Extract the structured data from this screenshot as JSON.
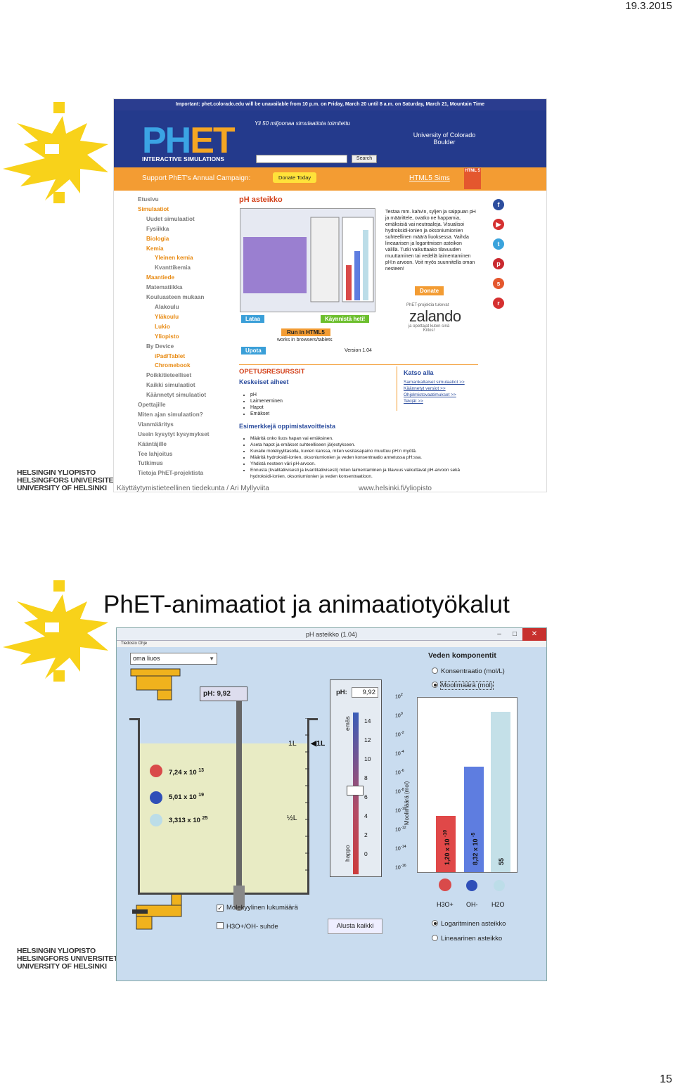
{
  "date": "19.3.2015",
  "page_number": "15",
  "university": {
    "line1": "HELSINGIN YLIOPISTO",
    "line2": "HELSINGFORS UNIVERSITET",
    "line3": "UNIVERSITY OF HELSINKI"
  },
  "footer": {
    "left": "Käyttäytymistieteellinen tiedekunta / Ari Myllyviita",
    "right": "www.helsinki.fi/yliopisto"
  },
  "web": {
    "notice": "Important: phet.colorado.edu will be unavailable from 10 p.m. on Friday, March 20 until 8 a.m. on Saturday, March 21, Mountain Time",
    "logo_ph": "PH",
    "logo_et": "ET",
    "logo_sub": "INTERACTIVE SIMULATIONS",
    "tagline": "Yli 50 miljoonaa simulaatiota toimitettu",
    "search_button": "Search",
    "cu": "University of Colorado Boulder",
    "campaign": "Support PhET's Annual Campaign:",
    "donate_today": "Donate Today",
    "html5": "HTML5 Sims",
    "html5_badge": "HTML 5",
    "nav": [
      "Etusivu",
      "Simulaatiot",
      "Uudet simulaatiot",
      "Fysiikka",
      "Biologia",
      "Kemia",
      "Yleinen kemia",
      "Kvanttikemia",
      "Maantiede",
      "Matematiikka",
      "Kouluasteen mukaan",
      "Alakoulu",
      "Yläkoulu",
      "Lukio",
      "Yliopisto",
      "By Device",
      "iPad/Tablet",
      "Chromebook",
      "Poikkitieteelliset",
      "Kaikki simulaatiot",
      "Käännetyt simulaatiot",
      "Opettajille",
      "Miten ajan simulaation?",
      "Vianmääritys",
      "Usein kysytyt kysymykset",
      "Kääntäjille",
      "Tee lahjoitus",
      "Tutkimus",
      "Tietoja PhET-projektista"
    ],
    "sim_title": "pH asteikko",
    "description": "Testaa mm. kahvin, syljen ja saippuan pH ja määrittele, ovatko ne happamia, emäksisiä vai neutraaleja. Visualisoi hydroksidi-ionien ja oksoniumionien suhteellinen määrä liuoksessa. Vaihda lineaarisen ja logaritmisen asteikon välillä. Tutki vaikuttaako tilavuuden muuttaminen tai vedellä laimentaminen pH:n arvoon. Voit myös suunnitella oman nesteen!",
    "donate": "Donate",
    "zalando_support": "PhET-projektia tukevat",
    "zalando": "zalando",
    "zalando_thanks": "ja opettajat kuten sinä Kiitos!",
    "lataa": "Lataa",
    "kaynnista": "Käynnistä heti!",
    "run_html5": "Run in HTML5",
    "works": "works in browsers/tablets",
    "upota": "Upota",
    "version": "Version 1.04",
    "resources": "OPETUSRESURSSIT",
    "key_topics": "Keskeiset aiheet",
    "topics": [
      "pH",
      "Laimeneminen",
      "Hapot",
      "Emäkset"
    ],
    "katso": "Katso alla",
    "katso_links": [
      "Samankaltaiset simulaatiot >>",
      "Käännetyt versiot >>",
      "Ohjelmistovaatimukset >>",
      "Tekijät >>"
    ],
    "goals_title": "Esimerkkejä oppimistavoitteista",
    "goals": [
      "Määritä onko liuos hapan vai emäksinen.",
      "Aseta hapot ja emäkset suhteelliseen järjestykseen.",
      "Kuvaile molekyylitasolla, kuvien kanssa, miten vesitasapaino muuttuu pH:n myötä.",
      "Määritä hydroksidi-ionien, oksoniumionien ja veden konsentraatio annetussa pH:ssa.",
      "Yhdistä nesteen väri pH-arvoon.",
      "Ennusta (kvalitatiivisesti ja kvantitatiivisesti) miten laimentaminen ja tilavuus vaikuttavat pH-arvoon sekä hydroksidi-ionien, oksoniumionien ja veden konsentraatioon."
    ]
  },
  "slide2_title": "PhET-animaatiot ja animaatiotyökalut",
  "sim": {
    "window_title": "pH asteikko (1.04)",
    "menu": "Tiedosto   Ohje",
    "solution": "oma liuos",
    "ph_meter": "pH: 9,92",
    "ph_label": "pH:",
    "ph_value": "9,92",
    "one_liter_a": "1L",
    "one_liter_b": "1L",
    "half_liter": "½L",
    "h3o_count": "7,24 x 10",
    "h3o_exp": "13",
    "oh_count": "5,01 x 10",
    "oh_exp": "19",
    "h2o_count": "3,313 x 10",
    "h2o_exp": "25",
    "emas": "emäs",
    "happo": "happo",
    "ph_ticks": [
      "14",
      "12",
      "10",
      "8",
      "6",
      "4",
      "2",
      "0"
    ],
    "water_components": "Veden komponentit",
    "concentration": "Konsentraatio  (mol/L)",
    "moles": "Moolimäärä (mol)",
    "y_axis": "Moolimäärä (mol)",
    "y_ticks": [
      "10",
      "10",
      "10",
      "10",
      "10",
      "10",
      "10",
      "10",
      "10",
      "10"
    ],
    "y_exps": [
      "2",
      "0",
      "-2",
      "-4",
      "-6",
      "-8",
      "-10",
      "-12",
      "-14",
      "-16"
    ],
    "bar1_value": "1,20 x 10",
    "bar1_exp": "-10",
    "bar2_value": "8,32 x 10",
    "bar2_exp": "-5",
    "bar3_value": "55",
    "h3o_label": "H3O+",
    "oh_label": "OH-",
    "h2o_label": "H2O",
    "log_scale": "Logaritminen asteikko",
    "lin_scale": "Lineaarinen asteikko",
    "mol_count": "Molekyylinen lukumäärä",
    "ratio": "H3O+/OH- suhde",
    "reset": "Alusta kaikki"
  },
  "colors": {
    "phet_blue": "#243a8c",
    "phet_orange": "#f39c33",
    "hy_yellow": "#f8d21a",
    "h3o": "#d94a4a",
    "oh": "#5e7de0",
    "h2o": "#bcdde8"
  }
}
